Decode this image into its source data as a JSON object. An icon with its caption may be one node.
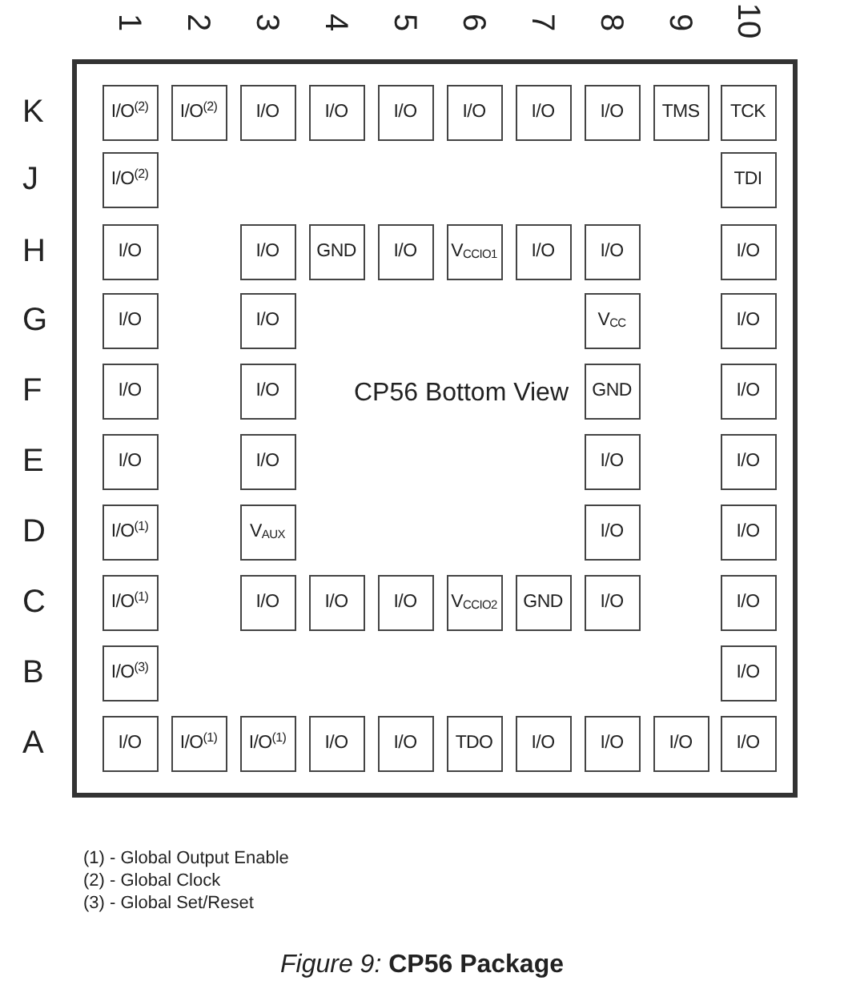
{
  "diagram": {
    "caption": "*Figure 9:* **CP56 Package**",
    "nodes": [
      {
        "text": [
          "CP56 Bottom View"
        ]
      },
      {
        "text": [
          "I/O$^{(2)}$"
        ],
        "in": 0
      },
      {
        "text": [
          "I/O$^{(2)}$"
        ],
        "in": 0
      },
      {
        "text": [
          "I/O"
        ],
        "in": 0
      },
      {
        "text": [
          "I/O"
        ],
        "in": 0
      },
      {
        "text": [
          "I/O"
        ],
        "in": 0
      },
      {
        "text": [
          "I/O"
        ],
        "in": 0
      },
      {
        "text": [
          "I/O"
        ],
        "in": 0
      },
      {
        "text": [
          "I/O"
        ],
        "in": 0
      },
      {
        "text": [
          "TMS"
        ],
        "in": 0
      },
      {
        "text": [
          "TCK"
        ],
        "in": 0
      },
      {
        "text": [
          "I/O$^{(2)}$"
        ],
        "in": 0
      },
      {
        "text": [
          "TDI"
        ],
        "in": 0
      },
      {
        "text": [
          "I/O"
        ],
        "in": 0
      },
      {
        "text": [
          "I/O"
        ],
        "in": 0
      },
      {
        "text": [
          "GND"
        ],
        "in": 0
      },
      {
        "text": [
          "I/O"
        ],
        "in": 0
      },
      {
        "text": [
          "V$_{CCIO1}$"
        ],
        "in": 0
      },
      {
        "text": [
          "I/O"
        ],
        "in": 0
      },
      {
        "text": [
          "I/O"
        ],
        "in": 0
      },
      {
        "text": [
          "I/O"
        ],
        "in": 0
      },
      {
        "text": [
          "I/O"
        ],
        "in": 0
      },
      {
        "text": [
          "I/O"
        ],
        "in": 0
      },
      {
        "text": [
          "V$_{CC}$"
        ],
        "in": 0
      },
      {
        "text": [
          "I/O"
        ],
        "in": 0
      },
      {
        "text": [
          "I/O"
        ],
        "in": 0
      },
      {
        "text": [
          "I/O"
        ],
        "in": 0
      },
      {
        "text": [
          "GND"
        ],
        "in": 0
      },
      {
        "text": [
          "I/O"
        ],
        "in": 0
      },
      {
        "text": [
          "I/O"
        ],
        "in": 0
      },
      {
        "text": [
          "I/O"
        ],
        "in": 0
      },
      {
        "text": [
          "I/O"
        ],
        "in": 0
      },
      {
        "text": [
          "I/O"
        ],
        "in": 0
      },
      {
        "text": [
          "I/O$^{(1)}$"
        ],
        "in": 0
      },
      {
        "text": [
          "V$_{AUX}$"
        ],
        "in": 0
      },
      {
        "text": [
          "I/O"
        ],
        "in": 0
      },
      {
        "text": [
          "I/O"
        ],
        "in": 0
      },
      {
        "text": [
          "I/O$^{(1)}$"
        ],
        "in": 0
      },
      {
        "text": [
          "I/O"
        ],
        "in": 0
      },
      {
        "text": [
          "I/O"
        ],
        "in": 0
      },
      {
        "text": [
          "I/O"
        ],
        "in": 0
      },
      {
        "text": [
          "V$_{CCIO2}$"
        ],
        "in": 0
      },
      {
        "text": [
          "GND"
        ],
        "in": 0
      },
      {
        "text": [
          "I/O"
        ],
        "in": 0
      },
      {
        "text": [
          "I/O"
        ],
        "in": 0
      },
      {
        "text": [
          "I/O$^{(3)}$"
        ],
        "in": 0
      },
      {
        "text": [
          "I/O"
        ],
        "in": 0
      },
      {
        "text": [
          "I/O"
        ],
        "in": 0
      },
      {
        "text": [
          "I/O$^{(1)}$"
        ],
        "in": 0
      },
      {
        "text": [
          "I/O$^{(1)}$"
        ],
        "in": 0
      },
      {
        "text": [
          "I/O"
        ],
        "in": 0
      },
      {
        "text": [
          "I/O"
        ],
        "in": 0
      },
      {
        "text": [
          "TDO"
        ],
        "in": 0
      },
      {
        "text": [
          "I/O"
        ],
        "in": 0
      },
      {
        "text": [
          "I/O"
        ],
        "in": 0
      },
      {
        "text": [
          "I/O"
        ],
        "in": 0
      },
      {
        "text": [
          "I/O"
        ],
        "in": 0
      }
    ],
    "edges": [],
    "labels": [
      "1",
      "2",
      "3",
      "4",
      "5",
      "6",
      "7",
      "8",
      "9",
      "10",
      "K",
      "J",
      "H",
      "G",
      "F",
      "E",
      "D",
      "C",
      "B",
      "A",
      "(1) - Global Output Enable",
      "(2) - Global Clock",
      "(3) - Global Set/Reset"
    ]
  }
}
